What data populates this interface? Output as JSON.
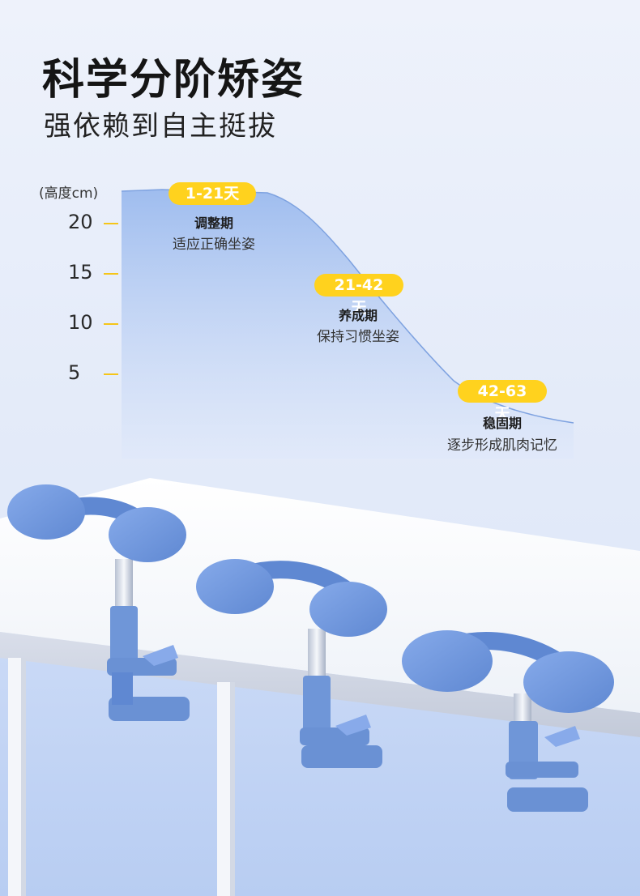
{
  "header": {
    "title": "科学分阶矫姿",
    "subtitle": "强依赖到自主挺拔"
  },
  "chart": {
    "unit_label": "(高度cm)",
    "ticks": [
      "20",
      "15",
      "10",
      "5"
    ]
  },
  "phases": [
    {
      "days": "1-21天",
      "name": "调整期",
      "desc": "适应正确坐姿"
    },
    {
      "days": "21-42天",
      "name": "养成期",
      "desc": "保持习惯坐姿"
    },
    {
      "days": "42-63天",
      "name": "稳固期",
      "desc": "逐步形成肌肉记忆"
    }
  ],
  "colors": {
    "accent": "#ffd21e",
    "product_blue": "#6f96d8",
    "curve_fill": "#a7c2ee"
  }
}
